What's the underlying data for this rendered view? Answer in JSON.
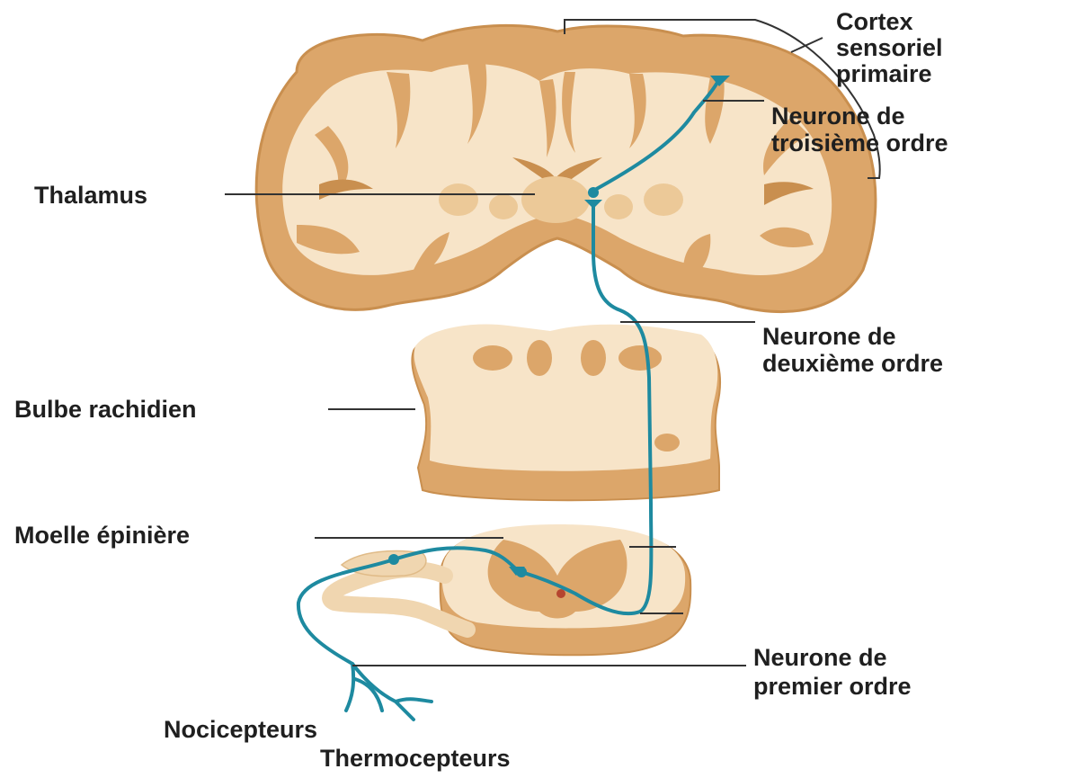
{
  "labels": {
    "cortex": [
      "Cortex",
      "sensoriel",
      "primaire"
    ],
    "third_order": [
      "Neurone de",
      "troisième ordre"
    ],
    "thalamus": "Thalamus",
    "second_order": [
      "Neurone de",
      "deuxième ordre"
    ],
    "medulla": "Bulbe rachidien",
    "spinal_cord": "Moelle épinière",
    "first_order": [
      "Neurone de",
      "premier ordre"
    ],
    "receptors": [
      "Nocicepteurs",
      "Thermocepteurs"
    ]
  },
  "colors": {
    "tissue_light": "#f7e4c8",
    "tissue_dark": "#dca66a",
    "tissue_edge": "#c98f4f",
    "neuron": "#1e8aa0",
    "leader": "#333333"
  }
}
